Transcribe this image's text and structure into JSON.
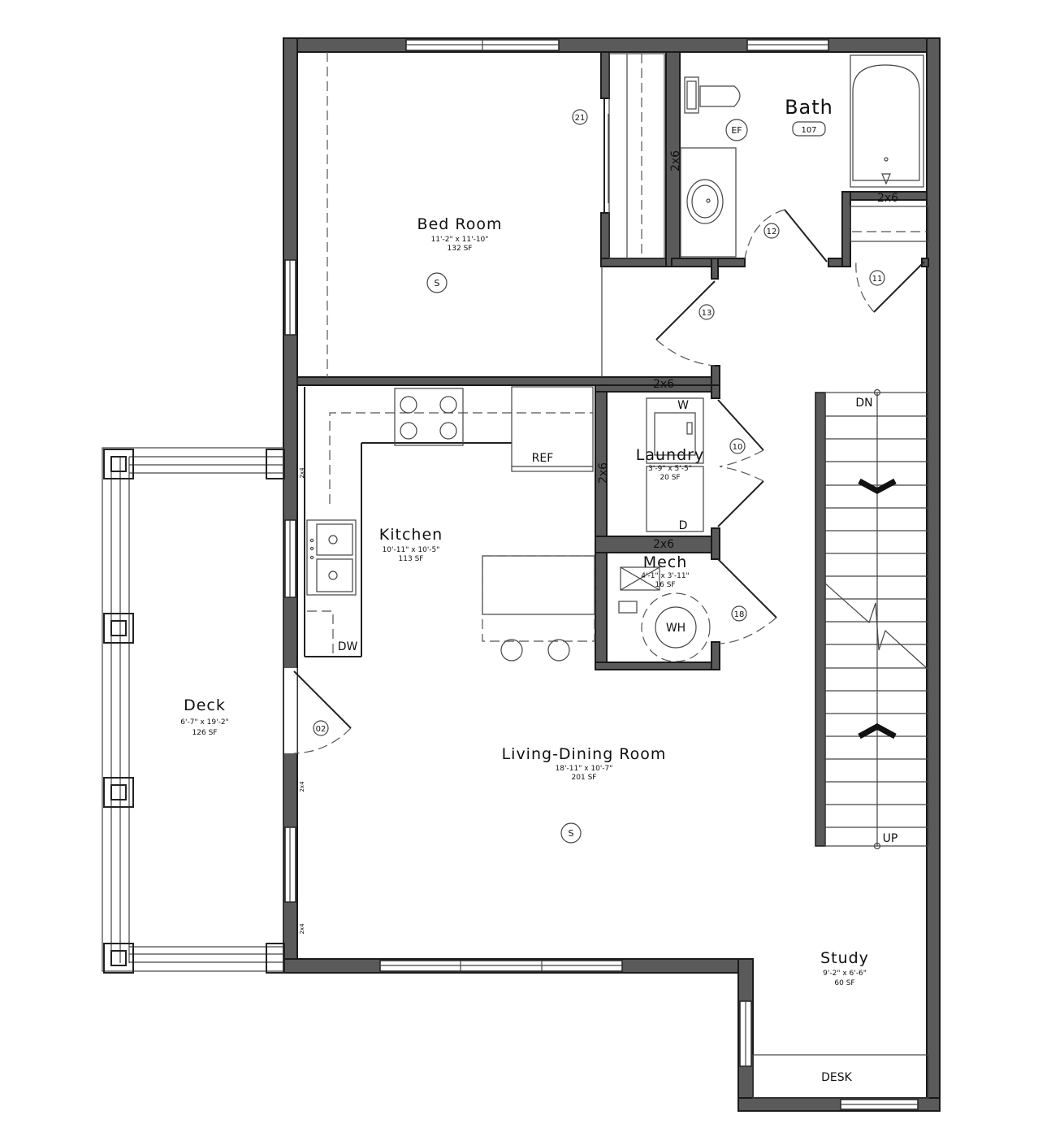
{
  "rooms": {
    "bedroom": {
      "name": "Bed Room",
      "dims": "11'-2\" x 11'-10\"",
      "area": "132 SF"
    },
    "bath": {
      "name": "Bath",
      "number": "107"
    },
    "kitchen": {
      "name": "Kitchen",
      "dims": "10'-11\" x 10'-5\"",
      "area": "113 SF"
    },
    "laundry": {
      "name": "Laundry",
      "dims": "3'-9\" x 5'-5\"",
      "area": "20 SF"
    },
    "mech": {
      "name": "Mech",
      "dims": "4'-1\" x 3'-11\"",
      "area": "16 SF"
    },
    "deck": {
      "name": "Deck",
      "dims": "6'-7\" x 19'-2\"",
      "area": "126 SF"
    },
    "living": {
      "name": "Living-Dining Room",
      "dims": "18'-11\" x 10'-7\"",
      "area": "201 SF"
    },
    "study": {
      "name": "Study",
      "dims": "9'-2\" x 6'-6\"",
      "area": "60 SF"
    }
  },
  "fixtures": {
    "ref": "REF",
    "dw": "DW",
    "washer": "W",
    "dryer": "D",
    "water_heater": "WH",
    "desk": "DESK",
    "exhaust_fan": "EF",
    "smoke": "S",
    "stair_down": "DN",
    "stair_up": "UP"
  },
  "wall_tags": {
    "t2x6": "2x6",
    "t2x4": "2x4"
  },
  "doors": [
    "21",
    "12",
    "11",
    "13",
    "10",
    "18",
    "02"
  ]
}
